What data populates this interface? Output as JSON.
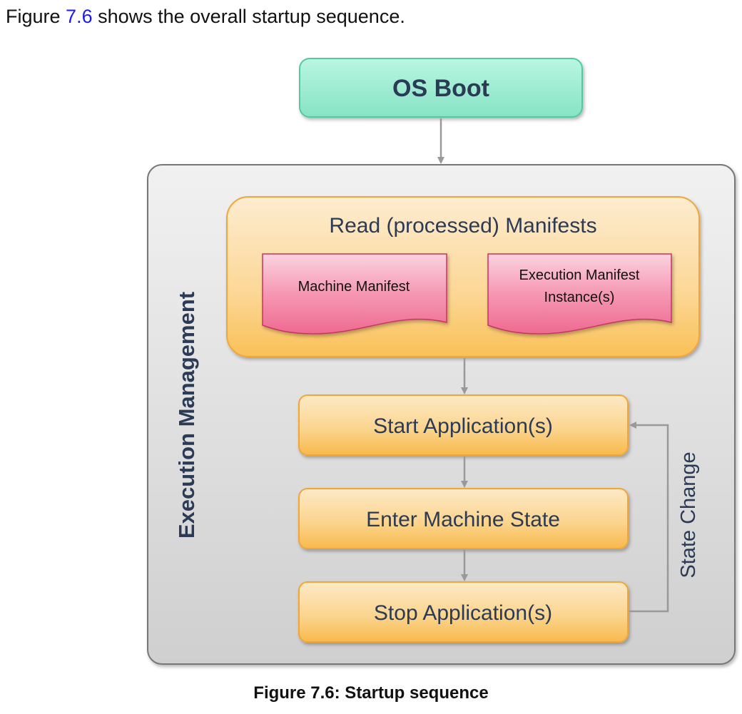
{
  "intro": {
    "prefix": "Figure ",
    "ref": "7.6",
    "suffix": " shows the overall startup sequence."
  },
  "diagram": {
    "os_boot": "OS Boot",
    "container_label": "Execution Management",
    "manifests_title": "Read (processed) Manifests",
    "machine_manifest": "Machine Manifest",
    "execution_manifest_line1": "Execution Manifest",
    "execution_manifest_line2": "Instance(s)",
    "start_apps": "Start Application(s)",
    "enter_state": "Enter Machine State",
    "stop_apps": "Stop Application(s)",
    "loop_label": "State Change"
  },
  "caption": "Figure 7.6: Startup sequence",
  "colors": {
    "os_boot_fill": "#a8f0d8",
    "container_fill": "#dcdcdc",
    "orange_fill": "#fbd284",
    "pink_fill": "#f27c9e",
    "label_text": "#2b3a55",
    "link": "#1a1aee"
  }
}
